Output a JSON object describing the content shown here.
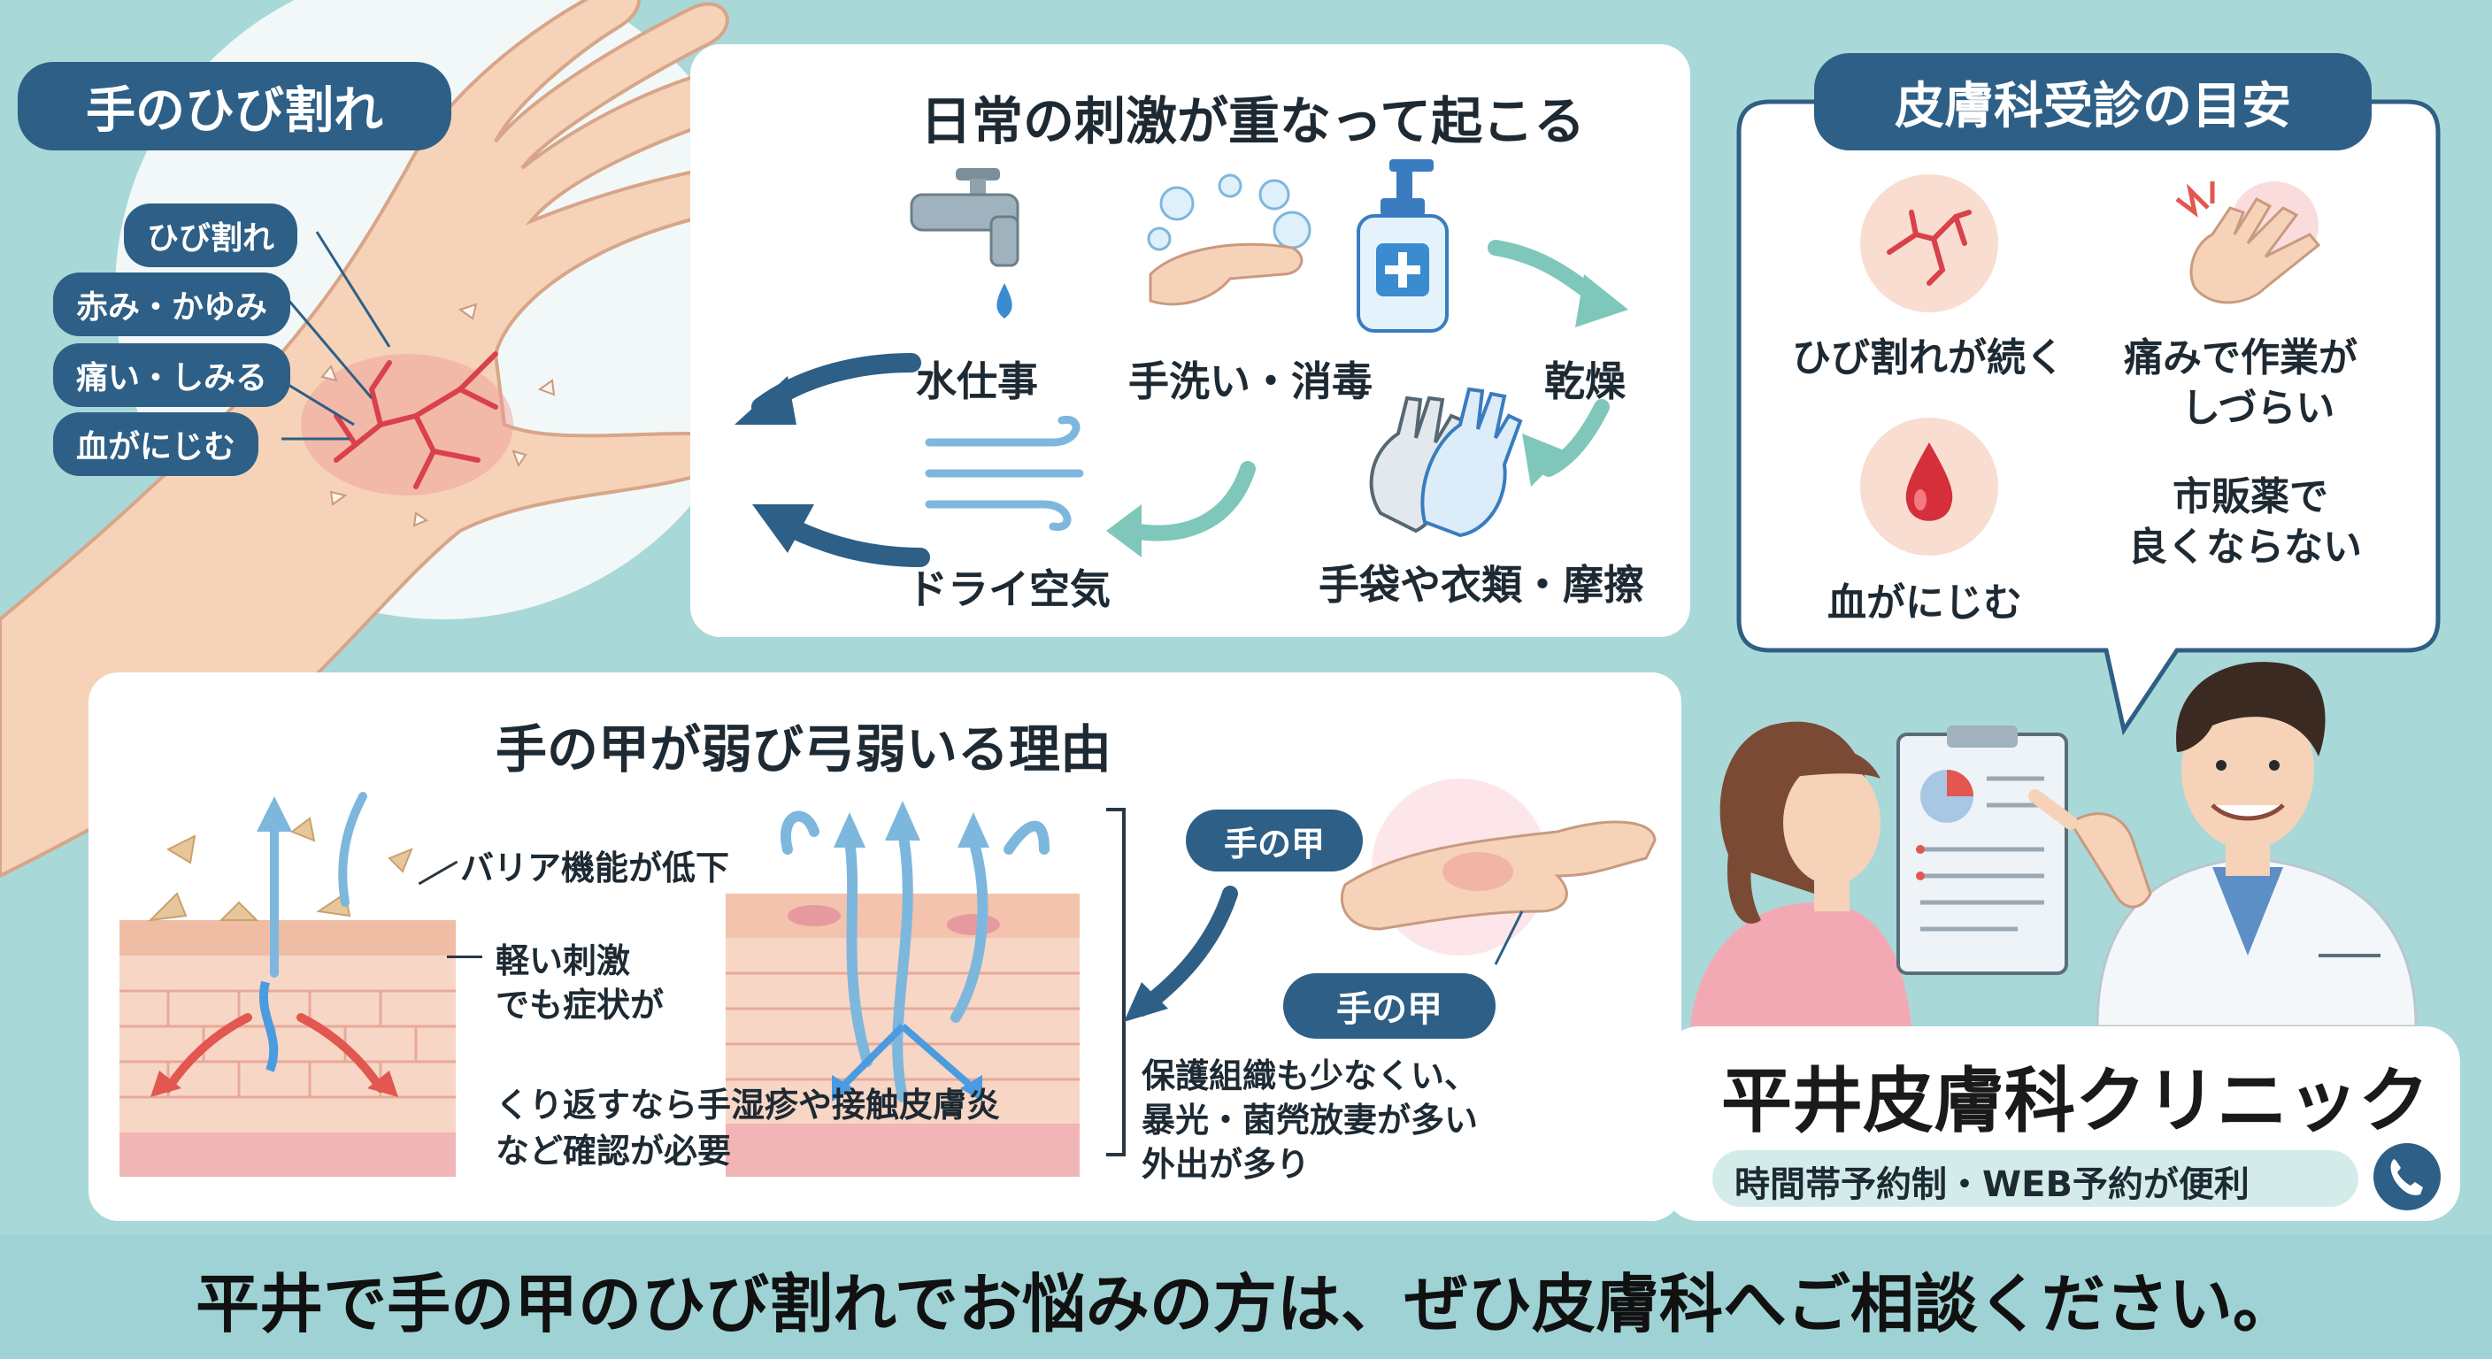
{
  "title_tag": "手のひび割れ",
  "hand_labels": [
    "ひび割れ",
    "赤み・かゆみ",
    "痛い・しみる",
    "血がにじむ"
  ],
  "triggers": {
    "heading": "日常の刺激が重なって起こる",
    "items": [
      "水仕事",
      "手洗い・消毒",
      "乾燥",
      "手袋や衣類・摩擦",
      "ドライ空気"
    ]
  },
  "reasons": {
    "heading": "手の甲が弱び弓弱いる理由",
    "barrier": "バリア機能が低下",
    "mild": [
      "軽い刺激",
      "でも症状が"
    ],
    "recur": [
      "くり返すなら手湿疹や接触皮膚炎",
      "など確認が必要"
    ],
    "tag1": "手の甲",
    "tag2": "手の甲",
    "notes": [
      "保護組織も少なくい、",
      "暴光・菌焭放妻が多い",
      "外出が多り"
    ]
  },
  "guide": {
    "heading": "皮膚科受診の目安",
    "items": [
      {
        "label": [
          "ひび割れが続く"
        ],
        "icon": "cracked-skin-icon"
      },
      {
        "label": [
          "痛みで作業が",
          "しづらい"
        ],
        "icon": "painful-hand-icon"
      },
      {
        "label": [
          "血がにじむ"
        ],
        "icon": "blood-drop-icon"
      },
      {
        "label": [
          "市販薬で",
          "良くならない"
        ],
        "icon": "none"
      }
    ]
  },
  "clinic": {
    "name": "平井皮膚科クリニック",
    "reservation": "時間帯予約制・WEB予約が便利"
  },
  "footer": "平井で手の甲のひび割れでお悩みの方は、ぜひ皮膚科へご相談ください。",
  "colors": {
    "navy": "#2e5f86",
    "teal_bg": "#a9d8d8",
    "skin": "#f6d3b8",
    "crack": "#d9414b"
  }
}
